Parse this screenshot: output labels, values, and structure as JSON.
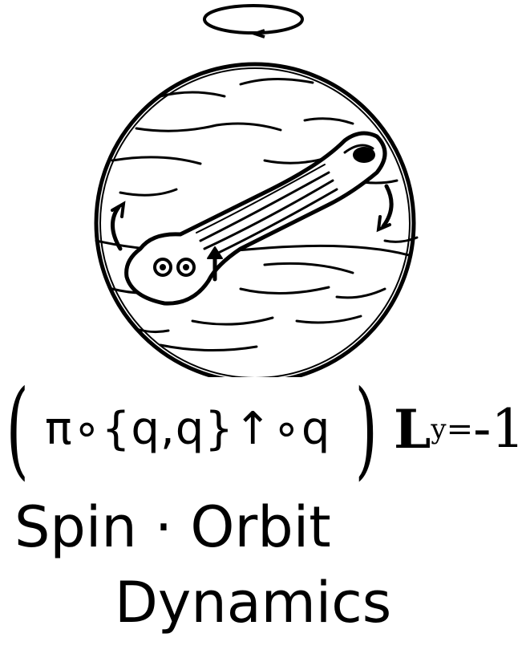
{
  "formula": {
    "open_paren": "(",
    "body": "π∘{q,q}↑∘q",
    "close_paren": ")",
    "symbol": "L",
    "subscript": "y",
    "equals": "=",
    "value": "-1"
  },
  "caption": {
    "line1": "Spin · Orbit",
    "line2": "Dynamics"
  },
  "colors": {
    "ink": "#000000",
    "background": "#ffffff"
  }
}
